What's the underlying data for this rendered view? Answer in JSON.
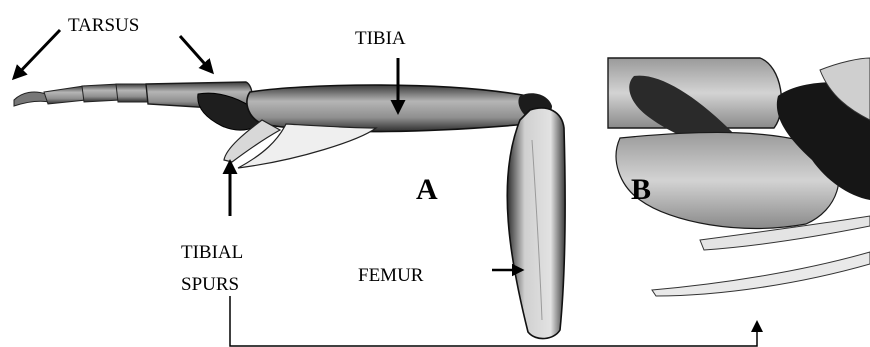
{
  "figure": {
    "labels": {
      "tarsus": "TARSUS",
      "tibia": "TIBIA",
      "tibial_spurs_line1": "TIBIAL",
      "tibial_spurs_line2": "SPURS",
      "femur": "FEMUR",
      "panel_a": "A",
      "panel_b": "B"
    }
  }
}
